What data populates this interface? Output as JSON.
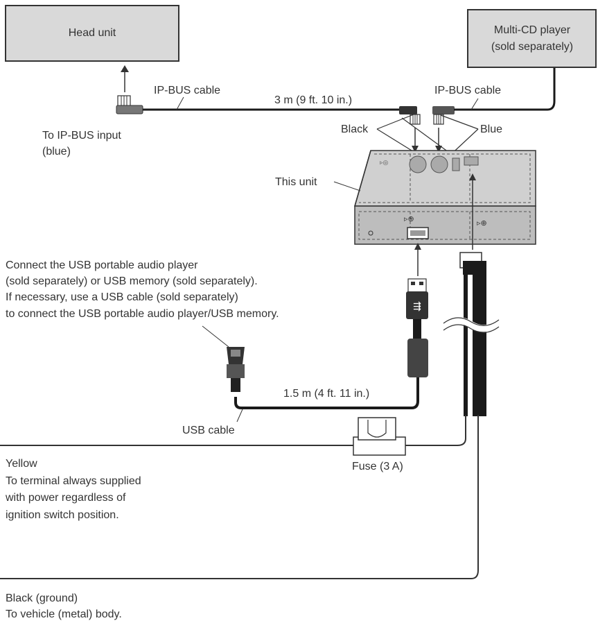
{
  "labels": {
    "head_unit": "Head unit",
    "multi_cd_line1": "Multi-CD player",
    "multi_cd_line2": "(sold separately)",
    "ipbus_cable_left": "IP-BUS cable",
    "ipbus_cable_right": "IP-BUS cable",
    "ipbus_length": "3 m (9 ft. 10 in.)",
    "ipbus_input_line1": "To IP-BUS input",
    "ipbus_input_line2": "(blue)",
    "black": "Black",
    "blue": "Blue",
    "this_unit": "This unit",
    "usb_note_line1": "Connect the USB portable audio player",
    "usb_note_line2": "(sold separately) or USB memory (sold separately).",
    "usb_note_line3": "If necessary, use a USB cable (sold separately)",
    "usb_note_line4": "to connect the USB portable audio player/USB memory.",
    "usb_length": "1.5 m (4 ft. 11 in.)",
    "usb_cable": "USB cable",
    "fuse": "Fuse (3 A)",
    "yellow": "Yellow",
    "yellow_desc_line1": "To terminal always supplied",
    "yellow_desc_line2": "with power regardless of",
    "yellow_desc_line3": "ignition switch position.",
    "ground_line1": "Black (ground)",
    "ground_line2": "To vehicle (metal) body."
  },
  "colors": {
    "box_fill": "#d9d9d9",
    "unit_fill": "#c8c8c8",
    "line": "#333333",
    "cable": "#1a1a1a"
  }
}
